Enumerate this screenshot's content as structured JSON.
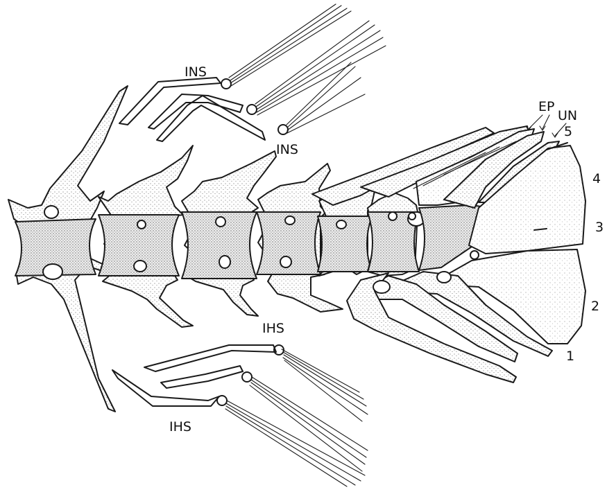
{
  "figure": {
    "labels": {
      "ins_upper": "INS",
      "ins_lower": "INS",
      "ep": "EP",
      "un": "UN",
      "hypural_5": "5",
      "hypural_4": "4",
      "hypural_3": "3",
      "hypural_2": "2",
      "hypural_1": "1",
      "ihs_upper": "IHS",
      "ihs_lower": "IHS"
    }
  }
}
